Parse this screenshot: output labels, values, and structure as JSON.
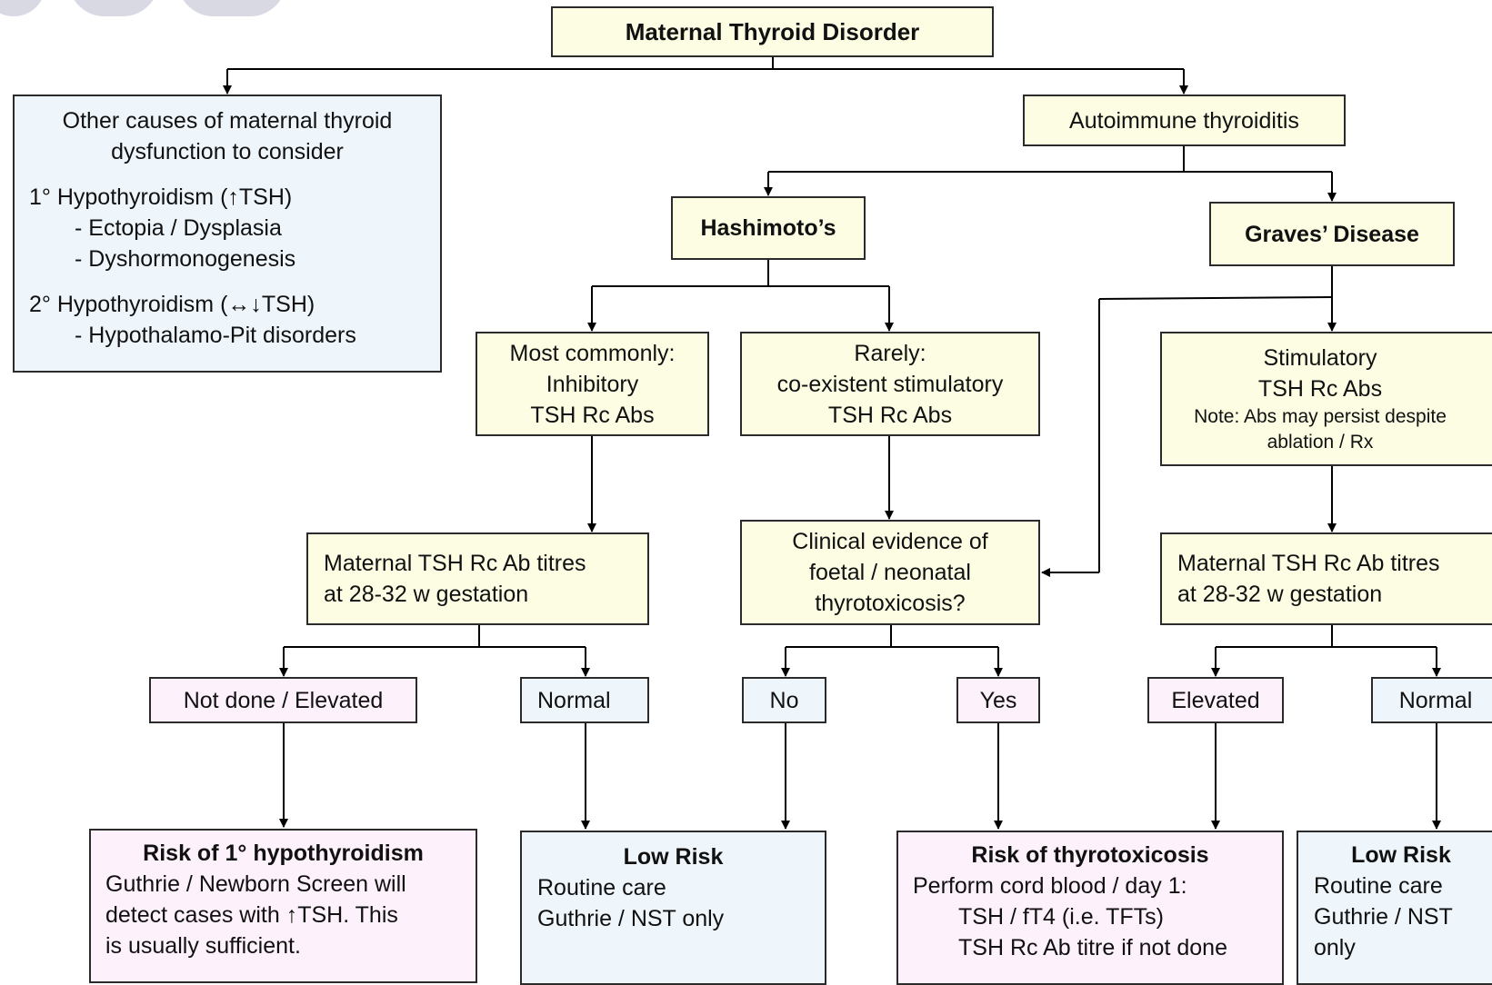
{
  "title": "Maternal Thyroid Disorder",
  "other_causes": {
    "heading_1": "Other causes of maternal thyroid",
    "heading_2": "dysfunction to consider",
    "primary": "1° Hypothyroidism (↑TSH)",
    "primary_items": [
      "- Ectopia / Dysplasia",
      "- Dyshormonogenesis"
    ],
    "secondary": "2° Hypothyroidism (↔↓TSH)",
    "secondary_items": [
      "- Hypothalamo-Pit disorders"
    ]
  },
  "autoimmune": "Autoimmune thyroiditis",
  "hashimotos": "Hashimoto’s",
  "graves": "Graves’ Disease",
  "most_commonly": [
    "Most commonly:",
    "Inhibitory",
    "TSH Rc Abs"
  ],
  "rarely": [
    "Rarely:",
    "co-existent stimulatory",
    "TSH Rc Abs"
  ],
  "stimulatory": [
    "Stimulatory",
    "TSH Rc Abs"
  ],
  "stimulatory_note": [
    "Note: Abs may persist despite",
    "ablation / Rx"
  ],
  "titres_left": [
    "Maternal TSH Rc Ab titres",
    "at 28-32 w gestation"
  ],
  "clinical": [
    "Clinical evidence of",
    "foetal / neonatal",
    "thyrotoxicosis?"
  ],
  "titres_right": [
    "Maternal TSH Rc Ab titres",
    "at 28-32 w gestation"
  ],
  "branches": {
    "not_done_elevated": "Not done / Elevated",
    "normal_left": "Normal",
    "no": "No",
    "yes": "Yes",
    "elevated": "Elevated",
    "normal_right": "Normal"
  },
  "outcomes": {
    "hypo": {
      "title": "Risk of 1° hypothyroidism",
      "lines": [
        "Guthrie / Newborn Screen will",
        "detect cases with ↑TSH. This",
        "is usually sufficient."
      ]
    },
    "low_risk_1": {
      "title": "Low Risk",
      "lines": [
        "Routine care",
        "Guthrie / NST only"
      ]
    },
    "thyro": {
      "title": "Risk of thyrotoxicosis",
      "lines": [
        "Perform cord blood / day 1:",
        "TSH / fT4 (i.e. TFTs)",
        "TSH Rc Ab titre if not done"
      ]
    },
    "low_risk_2": {
      "title": "Low Risk",
      "lines": [
        "Routine care",
        "Guthrie / NST",
        "only"
      ]
    }
  },
  "colors": {
    "yellow": "#fdfde3",
    "blue": "#eef6fc",
    "pink": "#fdf1fb",
    "line": "#000000"
  }
}
